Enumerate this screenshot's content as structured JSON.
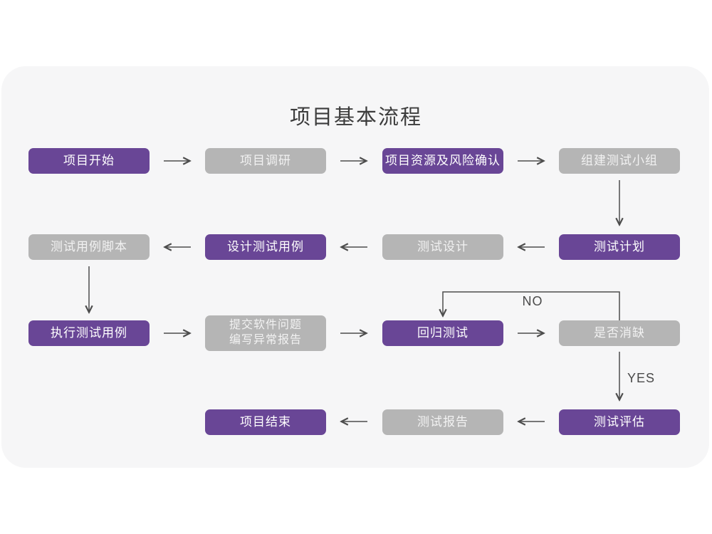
{
  "title": "项目基本流程",
  "decision_labels": {
    "no": "NO",
    "yes": "YES"
  },
  "colors": {
    "node_purple": "#694696",
    "node_gray": "#b5b5b5",
    "card_background": "#f6f6f7",
    "arrow": "#4d4d4d",
    "title_text": "#3c3c3c"
  },
  "nodes": [
    {
      "label": "项目开始",
      "variant": "purple"
    },
    {
      "label": "项目调研",
      "variant": "gray"
    },
    {
      "label": "项目资源及风险确认",
      "variant": "purple"
    },
    {
      "label": "组建测试小组",
      "variant": "gray"
    },
    {
      "label": "测试计划",
      "variant": "purple"
    },
    {
      "label": "测试设计",
      "variant": "gray"
    },
    {
      "label": "设计测试用例",
      "variant": "purple"
    },
    {
      "label": "测试用例脚本",
      "variant": "gray"
    },
    {
      "label": "执行测试用例",
      "variant": "purple"
    },
    {
      "label": "提交软件问题\n编写异常报告",
      "variant": "gray"
    },
    {
      "label": "回归测试",
      "variant": "purple"
    },
    {
      "label": "是否消缺",
      "variant": "gray"
    },
    {
      "label": "测试评估",
      "variant": "purple"
    },
    {
      "label": "测试报告",
      "variant": "gray"
    },
    {
      "label": "项目结束",
      "variant": "purple"
    }
  ]
}
